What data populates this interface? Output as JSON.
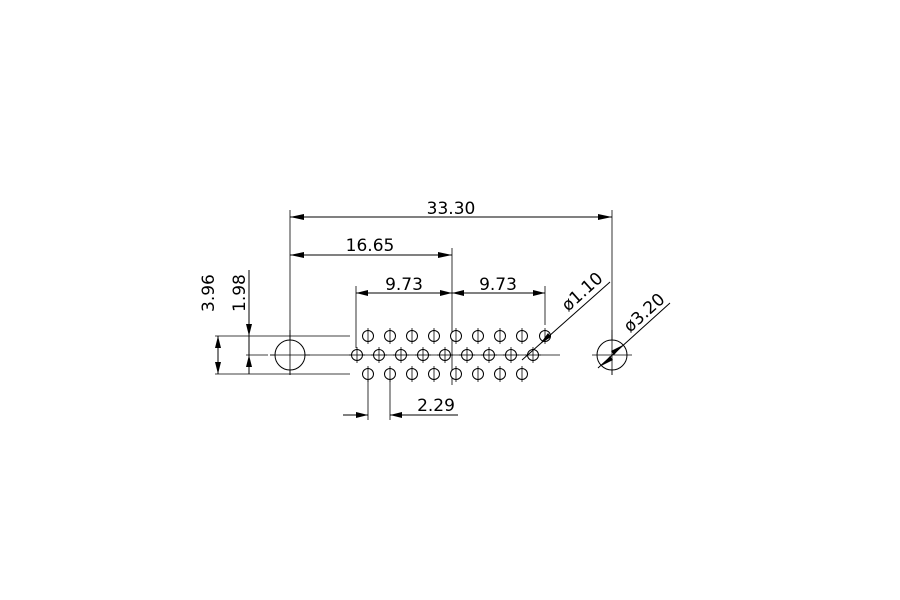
{
  "dimensions": {
    "overall_width": "33.30",
    "half_width": "16.65",
    "left_span": "9.73",
    "right_span": "9.73",
    "pin_diameter": "ø1.10",
    "mount_hole_diameter": "ø3.20",
    "pin_pitch": "2.29",
    "overall_height": "3.96",
    "row_pitch": "1.98"
  },
  "colors": {
    "line": "#000000",
    "background": "#ffffff"
  }
}
